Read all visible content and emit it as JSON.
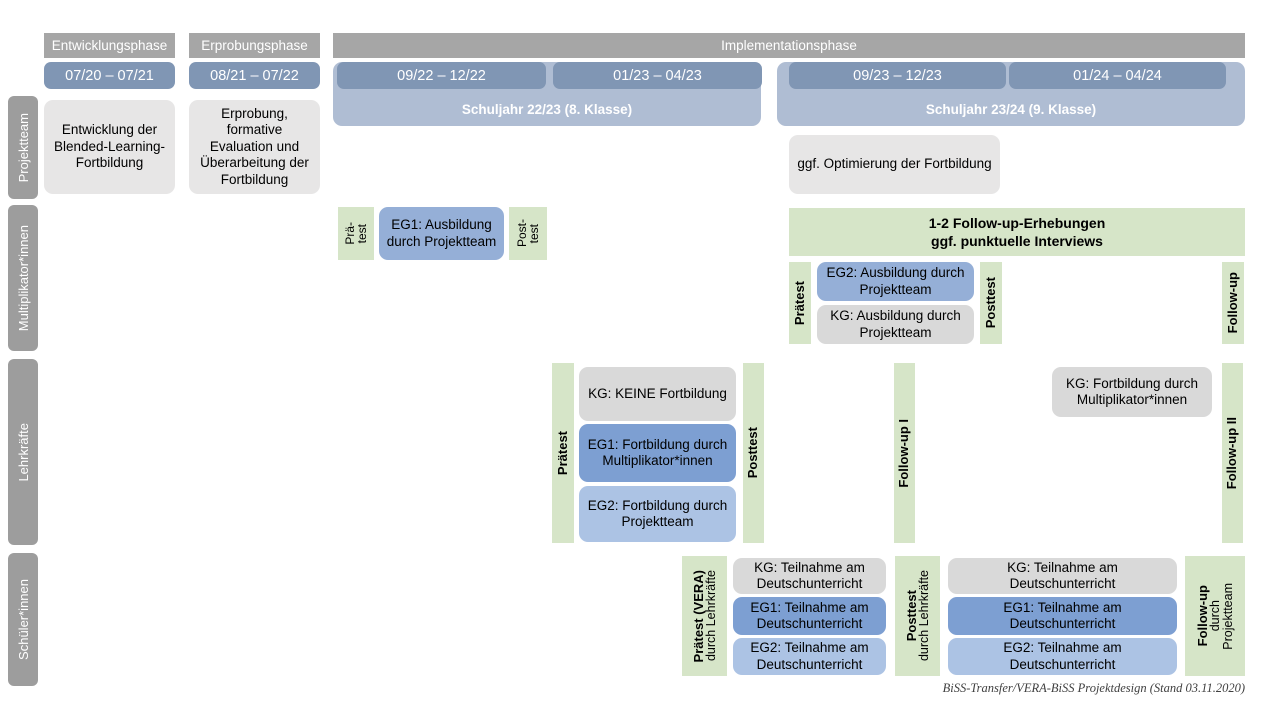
{
  "diagram": {
    "footer_note": "BiSS-Transfer/VERA-BiSS Projektdesign (Stand 03.11.2020)"
  },
  "row_labels": [
    {
      "label": "Projektteam"
    },
    {
      "label": "Multiplikator*innen"
    },
    {
      "label": "Lehrkräfte"
    },
    {
      "label": "Schüler*innen"
    }
  ],
  "phases": [
    {
      "label": "Entwicklungsphase"
    },
    {
      "label": "Erprobungsphase"
    },
    {
      "label": "Implementationsphase"
    }
  ],
  "date_chips": [
    {
      "label": "07/20 – 07/21"
    },
    {
      "label": "08/21 – 07/22"
    },
    {
      "label": "09/22 – 12/22"
    },
    {
      "label": "01/23 – 04/23"
    },
    {
      "label": "09/23 – 12/23"
    },
    {
      "label": "01/24 – 04/24"
    }
  ],
  "school_years": [
    {
      "label": "Schuljahr 22/23 (8. Klasse)"
    },
    {
      "label": "Schuljahr 23/24 (9. Klasse)"
    }
  ],
  "projektteam": {
    "entwicklung": "Entwicklung der Blended-Learning-Fortbildung",
    "erprobung": "Erprobung, formative Evaluation und Überarbeitung der Fortbildung",
    "optimierung": "ggf. Optimierung der Fortbildung"
  },
  "multiplikatoren": {
    "praetest_line1": "Prä-",
    "praetest_line2": "test",
    "eg1": "EG1: Ausbildung durch Projektteam",
    "posttest_line1": "Post-",
    "posttest_line2": "test",
    "followup_banner_line1": "1-2 Follow-up-Erhebungen",
    "followup_banner_line2": "ggf. punktuelle Interviews",
    "praetest2": "Prätest",
    "eg2": "EG2: Ausbildung durch Projektteam",
    "kg": "KG: Ausbildung durch Projektteam",
    "posttest2": "Posttest",
    "followup": "Follow-up"
  },
  "lehrkraefte": {
    "praetest": "Prätest",
    "kg": "KG:  KEINE Fortbildung",
    "eg1": "EG1: Fortbildung durch Multiplikator*innen",
    "eg2": "EG2: Fortbildung durch Projektteam",
    "posttest": "Posttest",
    "followup1": "Follow-up I",
    "kg2": "KG: Fortbildung durch Multiplikator*innen",
    "followup2": "Follow-up II"
  },
  "schueler": {
    "praetest_main": "Prätest (VERA)",
    "praetest_sub": "durch Lehrkräfte",
    "kg1": "KG: Teilnahme am Deutschunterricht",
    "eg1_1": "EG1: Teilnahme am Deutschunterricht",
    "eg2_1": "EG2: Teilnahme am Deutschunterricht",
    "posttest_main": "Posttest",
    "posttest_sub": "durch Lehrkräfte",
    "kg2": "KG: Teilnahme am Deutschunterricht",
    "eg1_2": "EG1: Teilnahme am Deutschunterricht",
    "eg2_2": "EG2: Teilnahme am Deutschunterricht",
    "followup_main": "Follow-up",
    "followup_sub1": "durch",
    "followup_sub2": "Projektteam"
  },
  "colors": {
    "grey_header": "#A6A6A6",
    "row_label": "#9D9D9D",
    "date_chip": "#8096B4",
    "year_band": "#AFBDD3",
    "box_grey": "#E7E6E6",
    "box_grey_dark": "#D9D9D9",
    "blue_mid": "#95AFD7",
    "blue_dark": "#7D9FD2",
    "blue_light": "#ACC3E4",
    "green": "#D6E5C8"
  }
}
